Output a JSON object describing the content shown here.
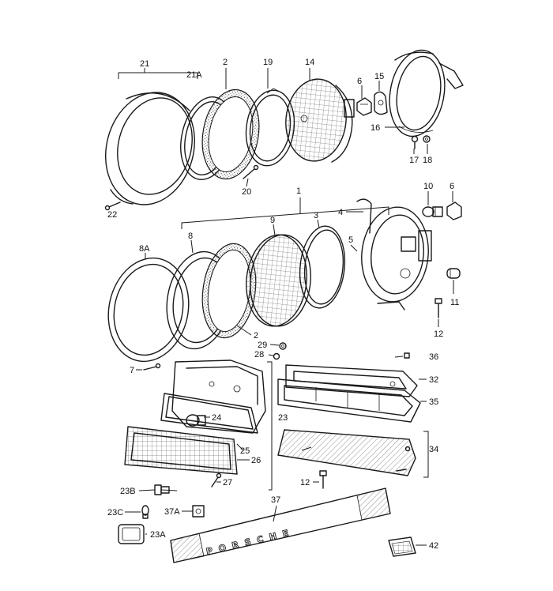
{
  "labels": {
    "p1": "1",
    "p2": "2",
    "p2b": "2",
    "p3": "3",
    "p4": "4",
    "p5": "5",
    "p6": "6",
    "p6b": "6",
    "p7": "7",
    "p8": "8",
    "p8a": "8A",
    "p9": "9",
    "p10": "10",
    "p11": "11",
    "p12": "12",
    "p12b": "12",
    "p14": "14",
    "p15": "15",
    "p16": "16",
    "p17": "17",
    "p18": "18",
    "p19": "19",
    "p20": "20",
    "p21": "21",
    "p21a": "21A",
    "p22": "22",
    "p23": "23",
    "p23a": "23A",
    "p23b": "23B",
    "p23c": "23C",
    "p24": "24",
    "p25": "25",
    "p26": "26",
    "p27": "27",
    "p28": "28",
    "p29": "29",
    "p32": "32",
    "p34": "34",
    "p35": "35",
    "p36": "36",
    "p37": "37",
    "p37a": "37A",
    "p42": "42"
  },
  "emblem_text": "PORSCHE"
}
